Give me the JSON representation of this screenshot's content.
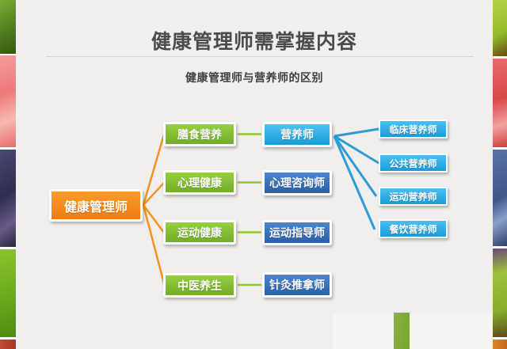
{
  "page": {
    "title": "健康管理师需掌握内容",
    "subtitle": "健康管理师与营养师的区别"
  },
  "diagram": {
    "root": {
      "label": "健康管理师"
    },
    "categories": [
      {
        "label": "膳食营养"
      },
      {
        "label": "心理健康"
      },
      {
        "label": "运动健康"
      },
      {
        "label": "中医养生"
      }
    ],
    "professions": [
      {
        "label": "营养师"
      },
      {
        "label": "心理咨询师"
      },
      {
        "label": "运动指导师"
      },
      {
        "label": "针灸推拿师"
      }
    ],
    "nutritionist_types": [
      {
        "label": "临床营养师"
      },
      {
        "label": "公共营养师"
      },
      {
        "label": "运动营养师"
      },
      {
        "label": "餐饮营养师"
      }
    ],
    "colors": {
      "root_orange": "#f28318",
      "category_green": "#84bd32",
      "profession_light_blue": "#2fade5",
      "profession_dark_blue": "#3a71b5",
      "connector_orange": "#f5921e",
      "connector_green": "#93c832",
      "connector_blue": "#2b9cd6"
    }
  }
}
